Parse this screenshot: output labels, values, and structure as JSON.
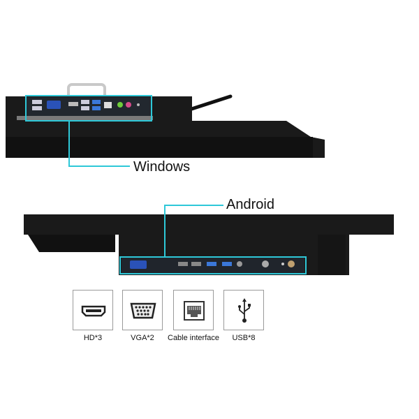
{
  "callouts": {
    "windows": "Windows",
    "android": "Android"
  },
  "colors": {
    "accent": "#2ec8d8",
    "panel": "#1a1a1a"
  },
  "interfaces": [
    {
      "label": "HD*3",
      "icon": "hdmi-icon"
    },
    {
      "label": "VGA*2",
      "icon": "vga-icon"
    },
    {
      "label": "Cable interface",
      "icon": "ethernet-icon"
    },
    {
      "label": "USB*8",
      "icon": "usb-icon"
    }
  ]
}
